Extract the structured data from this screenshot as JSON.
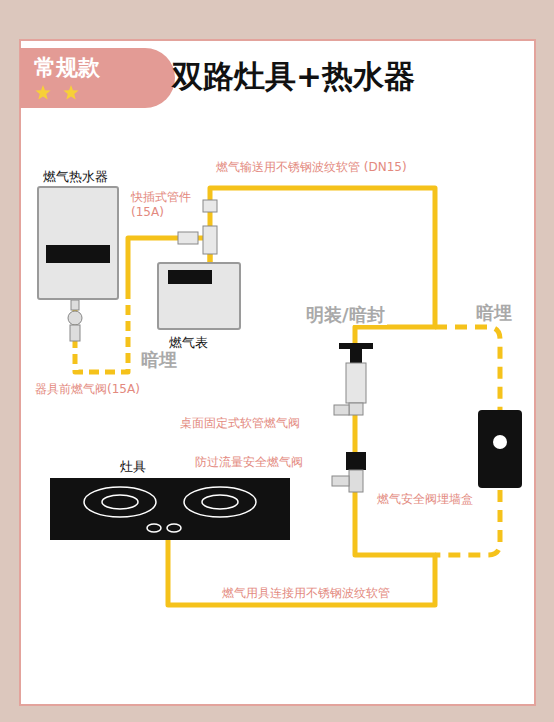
{
  "diagram": {
    "title": "双路灶具+热水器",
    "nodes": [
      {
        "text": [
          "常规款"
        ]
      },
      {
        "text": [
          "燃气热水器"
        ]
      },
      {
        "text": [
          "燃气表"
        ]
      },
      {
        "text": [
          "灶具"
        ]
      }
    ],
    "edges": [
      {
        "from": 1,
        "to": 2,
        "arrow": "none"
      },
      {
        "from": 2,
        "to": 3,
        "arrow": "none"
      }
    ],
    "labels": [
      "燃气输送用不锈钢波纹软管 (DN15)",
      "快插式管件 (15A)",
      "明装/暗封",
      "暗埋",
      "暗埋",
      "器具前燃气阀(15A)",
      "桌面固定式软管燃气阀",
      "防过流量安全燃气阀",
      "燃气安全阀埋墙盒",
      "燃气用具连接用不锈钢波纹软管"
    ]
  }
}
